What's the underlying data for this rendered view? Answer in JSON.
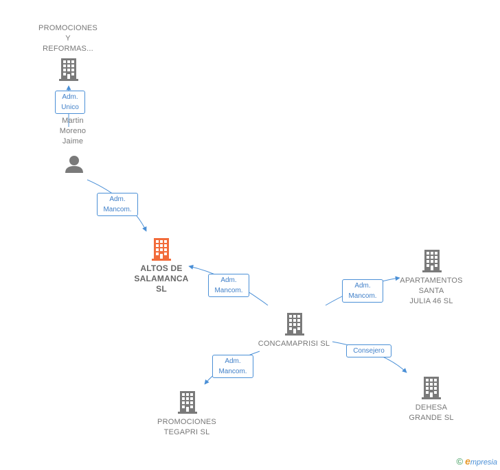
{
  "colors": {
    "node": "#7a7a7a",
    "focus": "#f26b3a",
    "edge": "#4a8fd6",
    "label_text": "#3f7fc8"
  },
  "nodes": {
    "promociones_reformas": {
      "icon": "building-icon",
      "lines": [
        "PROMOCIONES",
        "Y",
        "REFORMAS..."
      ]
    },
    "martin_moreno": {
      "icon": "person-icon",
      "lines": [
        "Martin",
        "Moreno",
        "Jaime"
      ]
    },
    "altos_salamanca": {
      "icon": "building-icon",
      "lines": [
        "ALTOS DE",
        "SALAMANCA",
        "SL"
      ]
    },
    "concamaprisi": {
      "icon": "building-icon",
      "lines": [
        "CONCAMAPRISI SL"
      ]
    },
    "apartamentos_santa": {
      "icon": "building-icon",
      "lines": [
        "APARTAMENTOS",
        "SANTA",
        "JULIA 46  SL"
      ]
    },
    "dehesa_grande": {
      "icon": "building-icon",
      "lines": [
        "DEHESA",
        "GRANDE  SL"
      ]
    },
    "promociones_tegapri": {
      "icon": "building-icon",
      "lines": [
        "PROMOCIONES",
        "TEGAPRI  SL"
      ]
    }
  },
  "edges": {
    "adm_unico": [
      "Adm.",
      "Unico"
    ],
    "martin_altos": [
      "Adm.",
      "Mancom."
    ],
    "conca_altos": [
      "Adm.",
      "Mancom."
    ],
    "conca_apartamentos": [
      "Adm.",
      "Mancom."
    ],
    "conca_dehesa": [
      "Consejero"
    ],
    "conca_tegapri": [
      "Adm.",
      "Mancom."
    ]
  },
  "footer": {
    "copyright": "©",
    "brand_initial": "e",
    "brand_rest": "mpresia"
  }
}
